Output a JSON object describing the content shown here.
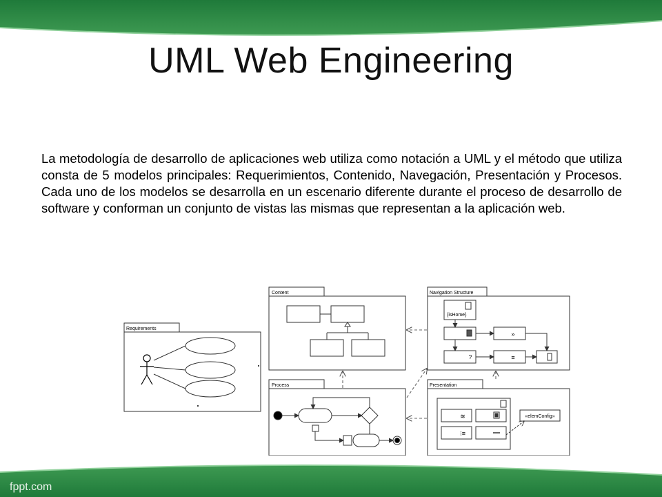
{
  "title": "UML Web Engineering",
  "body": "La metodología de desarrollo de aplicaciones web utiliza como notación a UML y el método que utiliza consta de 5 modelos principales: Requerimientos, Contenido, Navegación, Presentación y Procesos. Cada uno de los modelos se desarrolla en un escenario diferente durante el proceso de desarrollo de software y conforman un conjunto de vistas las mismas que representan a la aplicación web.",
  "diagram": {
    "requirements_label": "Requirements",
    "content_label": "Content",
    "navigation_label": "Navigation Structure",
    "process_label": "Process",
    "presentation_label": "Presentation",
    "is_home": "{isHome}",
    "elem_config": "«elemConfig»"
  },
  "footer": "fppt.com",
  "colors": {
    "green_dark": "#1f7a3a",
    "green_light": "#5fb06a"
  }
}
